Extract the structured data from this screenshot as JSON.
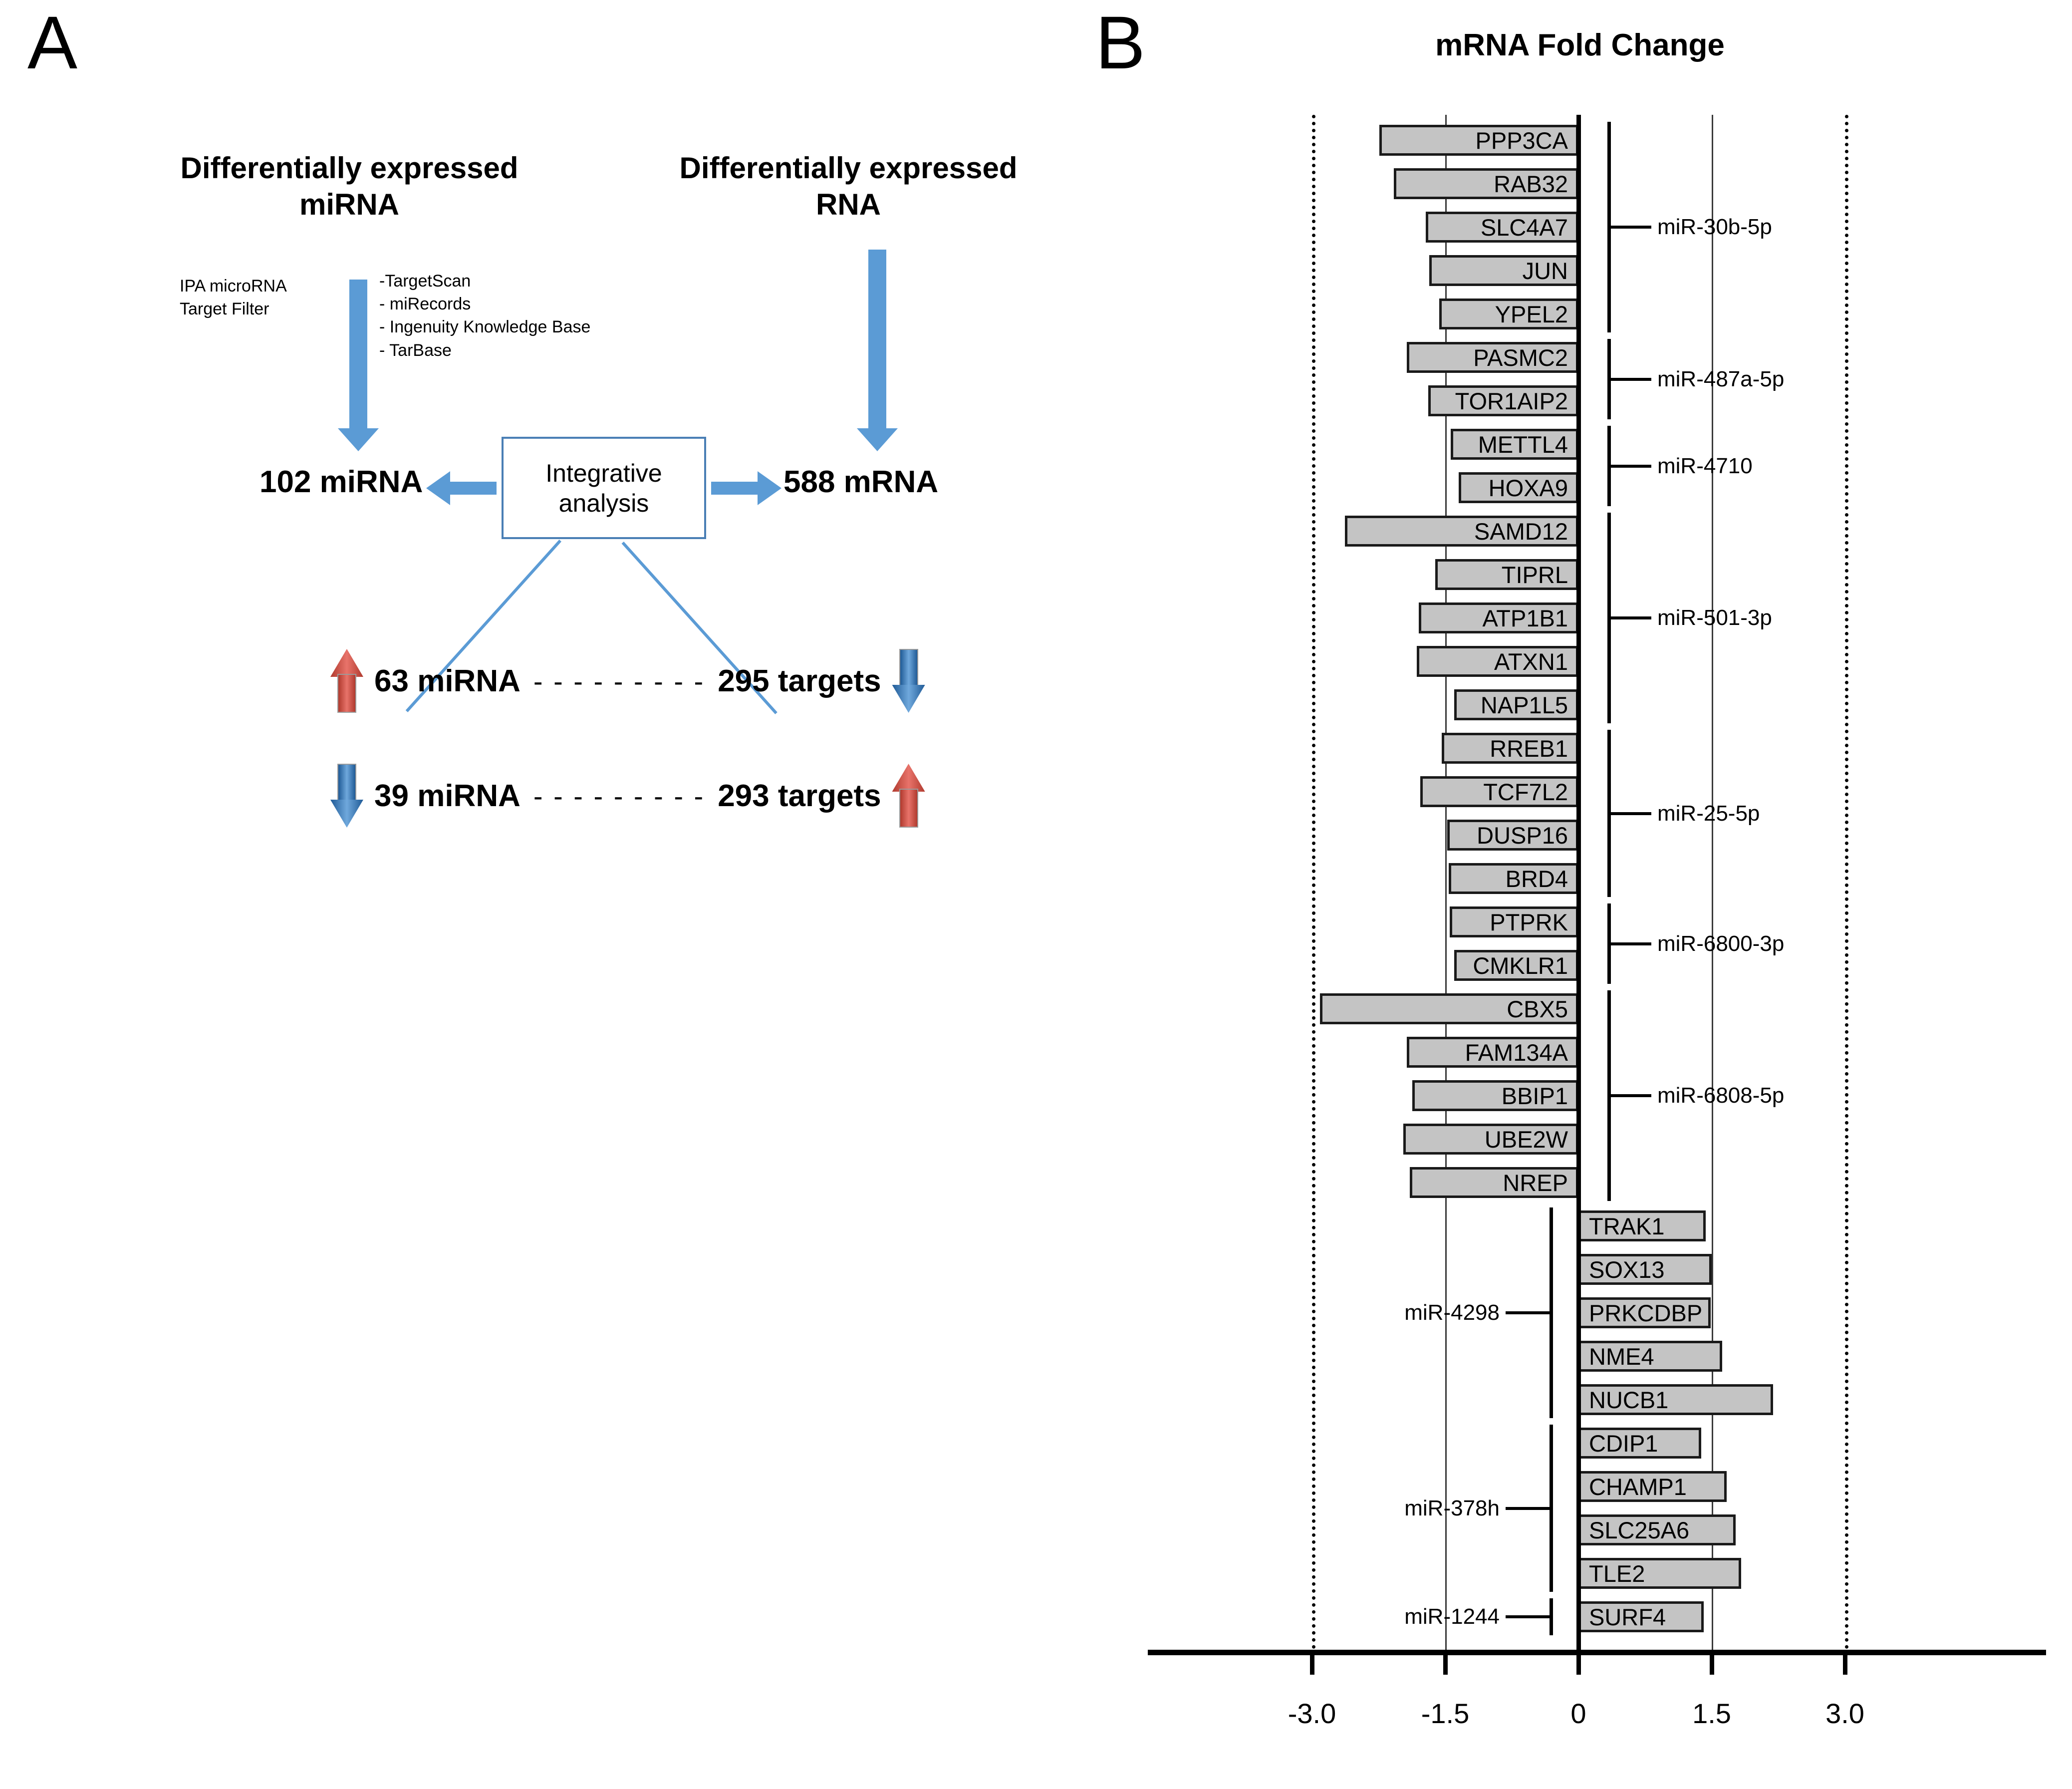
{
  "panels": {
    "a_letter": "A",
    "b_letter": "B"
  },
  "panel_a": {
    "head_mirna": "Differentially expressed miRNA",
    "head_rna": "Differentially expressed RNA",
    "ipa_label": "IPA microRNA Target Filter",
    "databases": "-TargetScan\n- miRecords\n- Ingenuity Knowledge Base\n- TarBase",
    "count_mirna": "102 miRNA",
    "count_mrna": "588 mRNA",
    "integrative_box": "Integrative analysis",
    "results": [
      {
        "mirna": "63 miRNA",
        "dashes": "- - - - - - - - -",
        "targets": "295 targets",
        "mirna_dir": "up",
        "target_dir": "down"
      },
      {
        "mirna": "39 miRNA",
        "dashes": "- - - - - - - - -",
        "targets": "293 targets",
        "mirna_dir": "down",
        "target_dir": "up"
      }
    ]
  },
  "chart_data": {
    "type": "bar",
    "orientation": "horizontal",
    "title": "mRNA Fold Change",
    "xlabel": "",
    "ylabel": "",
    "xlim": [
      -3.5,
      3.5
    ],
    "xticks": [
      -3.0,
      -1.5,
      0,
      1.5,
      3.0
    ],
    "xticklabels": [
      "-3.0",
      "-1.5",
      "0",
      "1.5",
      "3.0"
    ],
    "grid": true,
    "gridlines_solid": [
      -1.5,
      1.5
    ],
    "gridlines_dotted": [
      -3.0,
      3.0
    ],
    "bar_color": "#c4c4c4",
    "bar_edge_color": "#1a1a1a",
    "categories": [
      "PPP3CA",
      "RAB32",
      "SLC4A7",
      "JUN",
      "YPEL2",
      "PASMC2",
      "TOR1AIP2",
      "METTL4",
      "HOXA9",
      "SAMD12",
      "TIPRL",
      "ATP1B1",
      "ATXN1",
      "NAP1L5",
      "RREB1",
      "TCF7L2",
      "DUSP16",
      "BRD4",
      "PTPRK",
      "CMKLR1",
      "CBX5",
      "FAM134A",
      "BBIP1",
      "UBE2W",
      "NREP",
      "TRAK1",
      "SOX13",
      "PRKCDBP",
      "NME4",
      "NUCB1",
      "CDIP1",
      "CHAMP1",
      "SLC25A6",
      "TLE2",
      "SURF4"
    ],
    "values": [
      -2.24,
      -2.08,
      -1.72,
      -1.68,
      -1.57,
      -1.93,
      -1.69,
      -1.44,
      -1.35,
      -2.63,
      -1.61,
      -1.8,
      -1.82,
      -1.4,
      -1.54,
      -1.78,
      -1.48,
      -1.46,
      -1.45,
      -1.4,
      -2.91,
      -1.93,
      -1.87,
      -1.97,
      -1.9,
      1.43,
      1.5,
      1.49,
      1.62,
      2.19,
      1.38,
      1.67,
      1.77,
      1.83,
      1.41
    ],
    "groups": [
      {
        "label": "miR-30b-5p",
        "side": "right",
        "from": "PPP3CA",
        "to": "YPEL2"
      },
      {
        "label": "miR-487a-5p",
        "side": "right",
        "from": "PASMC2",
        "to": "TOR1AIP2"
      },
      {
        "label": "miR-4710",
        "side": "right",
        "from": "METTL4",
        "to": "HOXA9"
      },
      {
        "label": "miR-501-3p",
        "side": "right",
        "from": "SAMD12",
        "to": "NAP1L5"
      },
      {
        "label": "miR-25-5p",
        "side": "right",
        "from": "RREB1",
        "to": "BRD4"
      },
      {
        "label": "miR-6800-3p",
        "side": "right",
        "from": "PTPRK",
        "to": "CMKLR1"
      },
      {
        "label": "miR-6808-5p",
        "side": "right",
        "from": "CBX5",
        "to": "NREP"
      },
      {
        "label": "miR-4298",
        "side": "left",
        "from": "TRAK1",
        "to": "NUCB1"
      },
      {
        "label": "miR-378h",
        "side": "left",
        "from": "CDIP1",
        "to": "TLE2"
      },
      {
        "label": "miR-1244",
        "side": "left",
        "from": "SURF4",
        "to": "SURF4"
      }
    ]
  }
}
